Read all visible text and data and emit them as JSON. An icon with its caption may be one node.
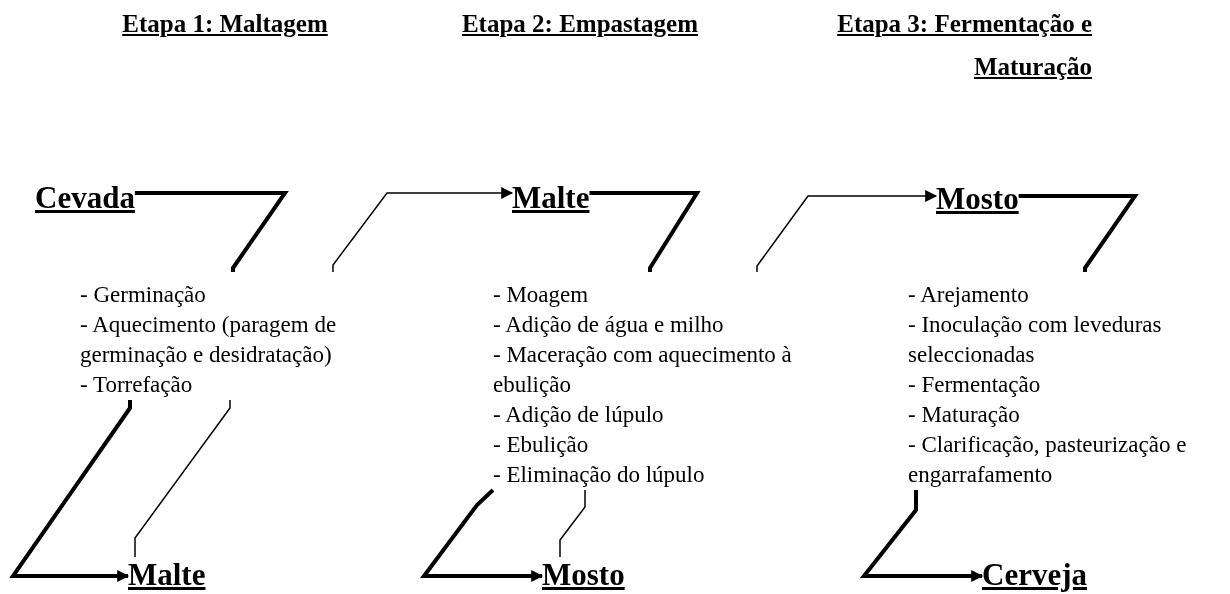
{
  "diagram": {
    "nodes": [
      {
        "text": [
          "Cevada"
        ]
      },
      {
        "text": [
          "- Germinação",
          "- Aquecimento (paragem de germinação e desidratação)",
          "- Torrefação"
        ]
      },
      {
        "text": [
          "Malte"
        ]
      },
      {
        "text": [
          "Malte"
        ]
      },
      {
        "text": [
          "- Moagem",
          "- Adição de água e milho",
          "- Maceração com aquecimento à ebulição",
          "- Adição de lúpulo",
          "- Ebulição",
          "- Eliminação do lúpulo"
        ]
      },
      {
        "text": [
          "Mosto"
        ]
      },
      {
        "text": [
          "Mosto"
        ]
      },
      {
        "text": [
          "- Arejamento",
          "- Inoculação com leveduras seleccionadas",
          "- Fermentação",
          "- Maturação",
          "- Clarificação, pasteurização e engarrafamento"
        ]
      },
      {
        "text": [
          "Cerveja"
        ]
      }
    ],
    "edges": [
      {
        "from": 0,
        "to": 1,
        "arrow": "none"
      },
      {
        "from": 1,
        "to": 2,
        "arrow": "to"
      },
      {
        "from": 2,
        "to": 1,
        "arrow": "none"
      },
      {
        "from": 1,
        "to": 3,
        "arrow": "to"
      },
      {
        "from": 3,
        "to": 4,
        "arrow": "none"
      },
      {
        "from": 4,
        "to": 5,
        "arrow": "to"
      },
      {
        "from": 5,
        "to": 4,
        "arrow": "none"
      },
      {
        "from": 4,
        "to": 6,
        "arrow": "to"
      },
      {
        "from": 6,
        "to": 7,
        "arrow": "none"
      },
      {
        "from": 7,
        "to": 8,
        "arrow": "to"
      }
    ],
    "labels": [
      "Etapa 1: Maltagem",
      "Etapa 2: Empastagem",
      "Etapa 3: Fermentação e Maturação"
    ]
  }
}
